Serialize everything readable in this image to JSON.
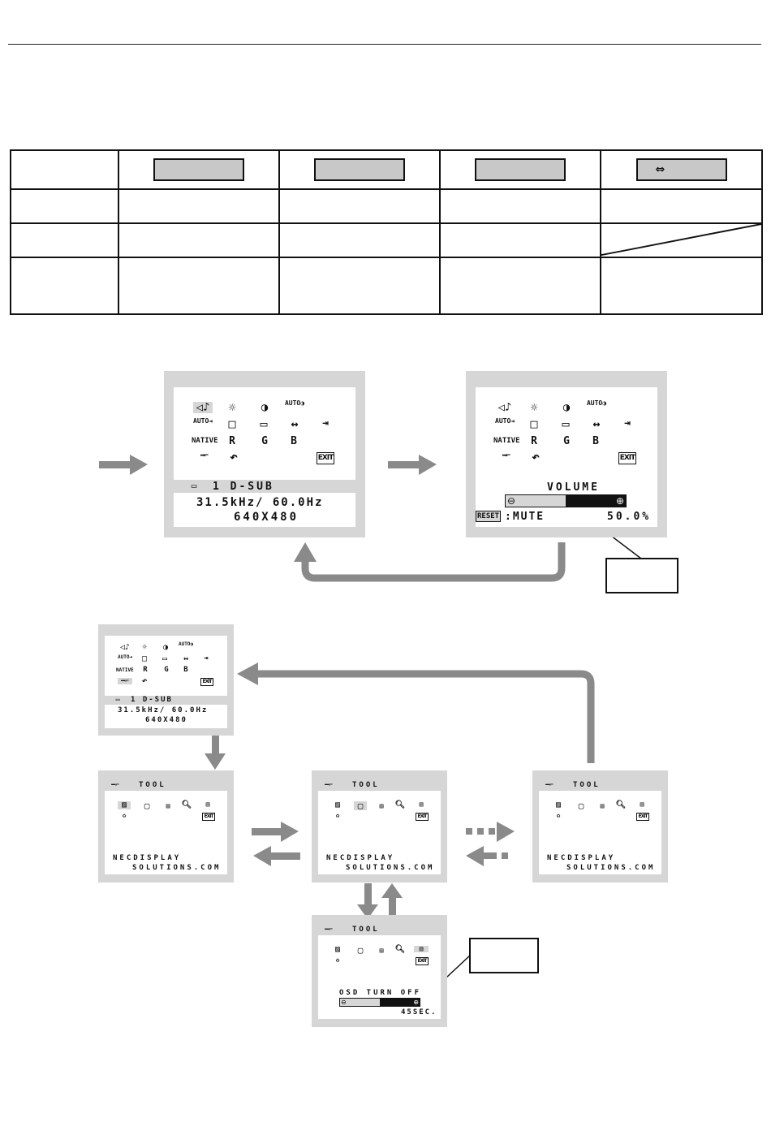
{
  "key_table": {
    "header_keys": [
      "",
      "",
      "",
      "⇔"
    ],
    "rows": [
      [
        "",
        "",
        "",
        "",
        ""
      ],
      [
        "",
        "",
        "",
        "",
        ""
      ],
      [
        "",
        "",
        "",
        "",
        ""
      ]
    ]
  },
  "osd_main": {
    "icons_row1": [
      "◁♪",
      "☼",
      "◑",
      "AUTO◑"
    ],
    "icons_row2": [
      "AUTO⇥",
      "□",
      "▭",
      "↔",
      "⇥"
    ],
    "icons_row3": [
      "NATIVE",
      "R",
      "G",
      "B"
    ],
    "icons_row4": [
      "TOOL",
      "↶",
      "EXIT"
    ],
    "input": "1  D-SUB",
    "frequency": "31.5kHz/ 60.0Hz",
    "resolution": "640X480"
  },
  "osd_volume": {
    "title": "VOLUME",
    "reset_label": "RESET",
    "mute_label": ":MUTE",
    "value": "50.0%",
    "level_fraction": 0.5,
    "minus": "⊖",
    "plus": "⊕"
  },
  "osd_tool": {
    "title": "TOOL",
    "exit": "EXIT",
    "website_line1": "NECDISPLAY",
    "website_line2": "SOLUTIONS.COM"
  },
  "osd_turnoff": {
    "label": "OSD TURN OFF",
    "value": "45SEC.",
    "level_fraction": 0.5
  }
}
